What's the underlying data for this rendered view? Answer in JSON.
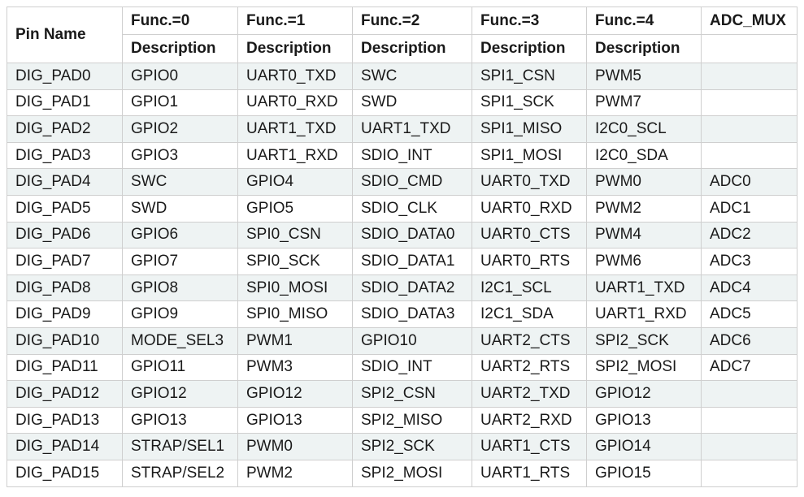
{
  "table": {
    "header_top": [
      "Pin Name",
      "Func.=0",
      "Func.=1",
      "Func.=2",
      "Func.=3",
      "Func.=4",
      "ADC_MUX"
    ],
    "header_sub": [
      "Description",
      "Description",
      "Description",
      "Description",
      "Description",
      ""
    ],
    "rows": [
      [
        "DIG_PAD0",
        "GPIO0",
        "UART0_TXD",
        "SWC",
        "SPI1_CSN",
        "PWM5",
        ""
      ],
      [
        "DIG_PAD1",
        "GPIO1",
        "UART0_RXD",
        "SWD",
        "SPI1_SCK",
        "PWM7",
        ""
      ],
      [
        "DIG_PAD2",
        "GPIO2",
        "UART1_TXD",
        "UART1_TXD",
        "SPI1_MISO",
        "I2C0_SCL",
        ""
      ],
      [
        "DIG_PAD3",
        "GPIO3",
        "UART1_RXD",
        "SDIO_INT",
        "SPI1_MOSI",
        "I2C0_SDA",
        ""
      ],
      [
        "DIG_PAD4",
        "SWC",
        "GPIO4",
        "SDIO_CMD",
        "UART0_TXD",
        "PWM0",
        "ADC0"
      ],
      [
        "DIG_PAD5",
        "SWD",
        "GPIO5",
        "SDIO_CLK",
        "UART0_RXD",
        "PWM2",
        "ADC1"
      ],
      [
        "DIG_PAD6",
        "GPIO6",
        "SPI0_CSN",
        "SDIO_DATA0",
        "UART0_CTS",
        "PWM4",
        "ADC2"
      ],
      [
        "DIG_PAD7",
        "GPIO7",
        "SPI0_SCK",
        "SDIO_DATA1",
        "UART0_RTS",
        "PWM6",
        "ADC3"
      ],
      [
        "DIG_PAD8",
        "GPIO8",
        "SPI0_MOSI",
        "SDIO_DATA2",
        "I2C1_SCL",
        "UART1_TXD",
        "ADC4"
      ],
      [
        "DIG_PAD9",
        "GPIO9",
        "SPI0_MISO",
        "SDIO_DATA3",
        "I2C1_SDA",
        "UART1_RXD",
        "ADC5"
      ],
      [
        "DIG_PAD10",
        "MODE_SEL3",
        "PWM1",
        "GPIO10",
        "UART2_CTS",
        "SPI2_SCK",
        "ADC6"
      ],
      [
        "DIG_PAD11",
        "GPIO11",
        "PWM3",
        "SDIO_INT",
        "UART2_RTS",
        "SPI2_MOSI",
        "ADC7"
      ],
      [
        "DIG_PAD12",
        "GPIO12",
        "GPIO12",
        "SPI2_CSN",
        "UART2_TXD",
        "GPIO12",
        ""
      ],
      [
        "DIG_PAD13",
        "GPIO13",
        "GPIO13",
        "SPI2_MISO",
        "UART2_RXD",
        "GPIO13",
        ""
      ],
      [
        "DIG_PAD14",
        "STRAP/SEL1",
        "PWM0",
        "SPI2_SCK",
        "UART1_CTS",
        "GPIO14",
        ""
      ],
      [
        "DIG_PAD15",
        "STRAP/SEL2",
        "PWM2",
        "SPI2_MOSI",
        "UART1_RTS",
        "GPIO15",
        ""
      ]
    ]
  }
}
